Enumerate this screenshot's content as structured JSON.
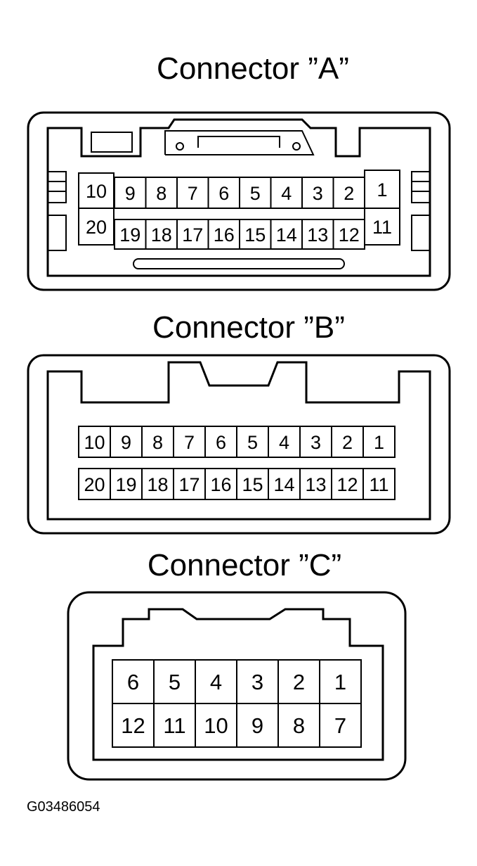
{
  "connector_a": {
    "title": "Connector ”A”",
    "pins_top": [
      "10",
      "9",
      "8",
      "7",
      "6",
      "5",
      "4",
      "3",
      "2",
      "1"
    ],
    "pins_bottom": [
      "20",
      "19",
      "18",
      "17",
      "16",
      "15",
      "14",
      "13",
      "12",
      "11"
    ]
  },
  "connector_b": {
    "title": "Connector ”B”",
    "pins_top": [
      "10",
      "9",
      "8",
      "7",
      "6",
      "5",
      "4",
      "3",
      "2",
      "1"
    ],
    "pins_bottom": [
      "20",
      "19",
      "18",
      "17",
      "16",
      "15",
      "14",
      "13",
      "12",
      "11"
    ]
  },
  "connector_c": {
    "title": "Connector ”C”",
    "pins_top": [
      "6",
      "5",
      "4",
      "3",
      "2",
      "1"
    ],
    "pins_bottom": [
      "12",
      "11",
      "10",
      "9",
      "8",
      "7"
    ]
  },
  "figure_code": "G03486054"
}
